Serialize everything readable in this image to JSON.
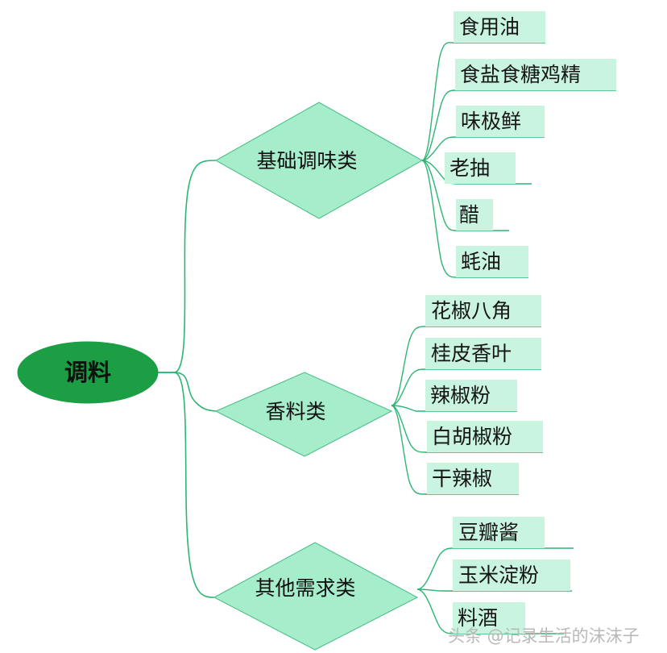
{
  "diagram": {
    "type": "mindmap",
    "title": "调料",
    "orientation": "left-to-right",
    "colors": {
      "root_fill": "#1B9E44",
      "branch_fill": "#A5EDCB",
      "branch_stroke": "#4FBF8B",
      "leaf_highlight": "#C9F4DF",
      "connector": "#2BB673",
      "text": "#111111",
      "background": "#FFFFFF",
      "watermark": "#B9B9B9"
    },
    "root": {
      "label": "调料",
      "shape": "ellipse"
    },
    "branches": [
      {
        "label": "基础调味类",
        "shape": "diamond",
        "leaves": [
          {
            "label": "食用油"
          },
          {
            "label": "食盐食糖鸡精"
          },
          {
            "label": "味极鲜"
          },
          {
            "label": "老抽"
          },
          {
            "label": "醋"
          },
          {
            "label": "蚝油"
          }
        ]
      },
      {
        "label": "香料类",
        "shape": "diamond",
        "leaves": [
          {
            "label": "花椒八角"
          },
          {
            "label": "桂皮香叶"
          },
          {
            "label": "辣椒粉"
          },
          {
            "label": "白胡椒粉"
          },
          {
            "label": "干辣椒"
          }
        ]
      },
      {
        "label": "其他需求类",
        "shape": "diamond",
        "leaves": [
          {
            "label": "豆瓣酱"
          },
          {
            "label": "玉米淀粉"
          },
          {
            "label": "料酒"
          }
        ]
      }
    ]
  },
  "watermark": {
    "text": "头条 @记录生活的沫沫子"
  }
}
